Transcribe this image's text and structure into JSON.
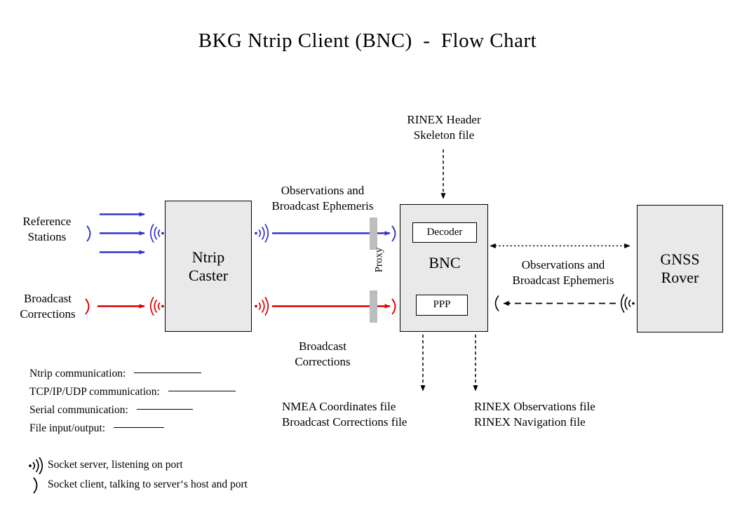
{
  "title": "BKG Ntrip Client (BNC)  -  Flow Chart",
  "nodes": {
    "ntrip_caster": "Ntrip\nCaster",
    "bnc": "BNC",
    "bnc_decoder": "Decoder",
    "bnc_ppp": "PPP",
    "gnss_rover": "GNSS\nRover"
  },
  "labels": {
    "reference_stations": "Reference\nStations",
    "broadcast_corrections_in": "Broadcast\nCorrections",
    "observations_ephemeris_caster": "Observations and\nBroadcast Ephemeris",
    "broadcast_corrections_caster": "Broadcast\nCorrections",
    "rinex_skeleton": "RINEX Header\nSkeleton file",
    "observations_ephemeris_rover": "Observations and\nBroadcast Ephemeris",
    "proxy": "Proxy",
    "nmea_files": "NMEA Coordinates file\nBroadcast Corrections file",
    "rinex_files": "RINEX Observations file\nRINEX Navigation file"
  },
  "legend_lines": [
    {
      "text": "Ntrip communication:",
      "style": "solid"
    },
    {
      "text": "TCP/IP/UDP communication:",
      "style": "dash-long"
    },
    {
      "text": "Serial communication:",
      "style": "dash-medium"
    },
    {
      "text": "File input/output:",
      "style": "dotted"
    }
  ],
  "legend_sockets": [
    {
      "icon": "socket-server-icon",
      "text": "Socket server, listening on port"
    },
    {
      "icon": "socket-client-icon",
      "text": "Socket client, talking to server‘s host and port"
    }
  ],
  "colors": {
    "ntrip_observations": "#3333cc",
    "broadcast_corrections": "#dd0000",
    "box_fill": "#e9e9e9",
    "box_border": "#000000",
    "proxy_bar": "#bdbdbd",
    "file_io": "#000000",
    "background": "#ffffff"
  }
}
